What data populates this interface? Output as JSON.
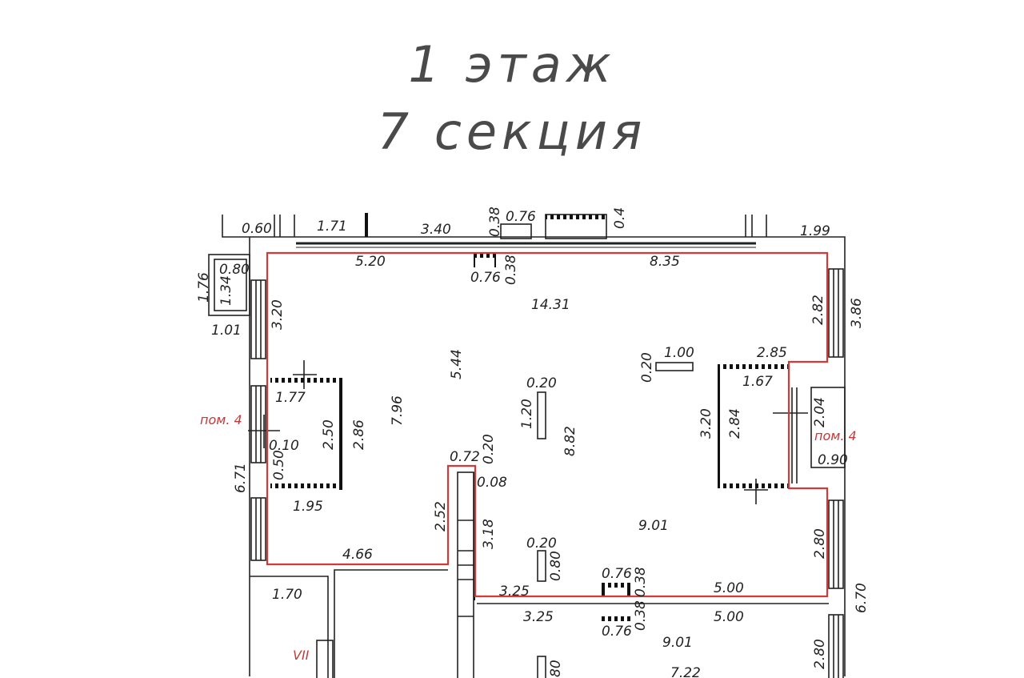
{
  "heading": {
    "floor": "1 этаж",
    "section": "7 секция"
  },
  "colors": {
    "room_outline": "#d23a3a",
    "walls": "#222222",
    "room_label": "#c23a3a"
  },
  "room_labels": {
    "left": "пом. 4",
    "right": "пом. 4",
    "roman": "VII"
  },
  "dimensions": {
    "d060": "0.60",
    "d171": "1.71",
    "d340": "3.40",
    "d038a": "0.38",
    "d076a": "0.76",
    "d04": "0.4",
    "d199": "1.99",
    "d080": "0.80",
    "d134": "1.34",
    "d176": "1.76",
    "d101": "1.01",
    "d520": "5.20",
    "d076b": "0.76",
    "d038b": "0.38",
    "d835": "8.35",
    "d320l": "3.20",
    "d1431": "14.31",
    "d282": "2.82",
    "d386": "3.86",
    "d544": "5.44",
    "d020a": "0.20",
    "d100": "1.00",
    "d285": "2.85",
    "d177": "1.77",
    "d796": "7.96",
    "d020b": "0.20",
    "d167": "1.67",
    "d250": "2.50",
    "d286": "2.86",
    "d120": "1.20",
    "d320r": "3.20",
    "d284": "2.84",
    "d204": "2.04",
    "d010": "0.10",
    "d050": "0.50",
    "d882": "8.82",
    "d090": "0.90",
    "d671": "6.71",
    "d072": "0.72",
    "d020c": "0.20",
    "d008": "0.08",
    "d195": "1.95",
    "d252": "2.52",
    "d318": "3.18",
    "d901a": "9.01",
    "d466": "4.66",
    "d020d": "0.20",
    "d080b": "0.80",
    "d280a": "2.80",
    "d076c": "0.76",
    "d038c": "0.38",
    "d170": "1.70",
    "d325a": "3.25",
    "d500a": "5.00",
    "d670": "6.70",
    "d325b": "3.25",
    "d500b": "5.00",
    "d038d": "0.38",
    "d076d": "0.76",
    "d901b": "9.01",
    "d280b": "2.80",
    "d080c": "80",
    "d722": "7.22"
  }
}
